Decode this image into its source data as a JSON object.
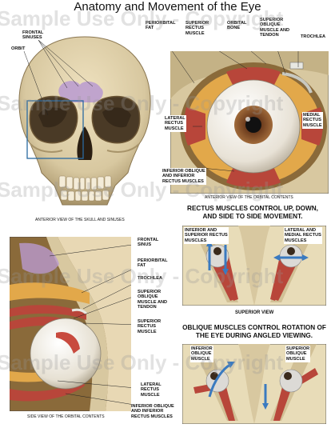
{
  "title": "Anatomy and Movement of the Eye",
  "watermark": "Sample Use Only - Copyright",
  "colors": {
    "bone": "#d8c8a0",
    "bone_shadow": "#a8946a",
    "muscle": "#b8463a",
    "fat": "#e2a84a",
    "sinus": "#b99ad0",
    "eye_white": "#f2efe8",
    "iris": "#7a4a2a",
    "accent_box": "#2a6aa0",
    "arrow": "#3a7ac0"
  },
  "skull_panel": {
    "labels": {
      "frontal_sinuses": "FRONTAL\nSINUSES",
      "orbit": "ORBIT"
    },
    "caption": "ANTERIOR VIEW OF THE SKULL AND SINUSES"
  },
  "anterior_orbit_panel": {
    "labels": {
      "periorbital_fat": "PERIORBITAL\nFAT",
      "superior_rectus": "SUPERIOR\nRECTUS\nMUSCLE",
      "orbital_bone": "ORBITAL\nBONE",
      "superior_oblique": "SUPERIOR\nOBLIQUE\nMUSCLE AND\nTENDON",
      "trochlea": "TROCHLEA",
      "lateral_rectus": "LATERAL\nRECTUS\nMUSCLE",
      "medial_rectus": "MEDIAL\nRECTUS\nMUSCLE",
      "inferior_muscles": "INFERIOR OBLIQUE\nAND INFERIOR\nRECTUS MUSCLES"
    },
    "caption": "ANTERIOR VIEW OF THE ORBITAL CONTENTS"
  },
  "rectus_panel": {
    "heading": "RECTUS MUSCLES CONTROL UP, DOWN,\nAND SIDE TO SIDE MOVEMENT.",
    "labels": {
      "left": "INFERIOR AND\nSUPERIOR RECTUS\nMUSCLES",
      "right": "LATERAL AND\nMEDIAL RECTUS\nMUSCLES"
    },
    "caption": "SUPERIOR VIEW"
  },
  "oblique_panel": {
    "heading": "OBLIQUE MUSCLES CONTROL ROTATION OF\nTHE EYE DURING ANGLED VIEWING.",
    "labels": {
      "left": "INFERIOR\nOBLIQUE\nMUSCLE",
      "right": "SUPERIOR\nOBLIQUE\nMUSCLE"
    }
  },
  "side_panel": {
    "labels": {
      "frontal_sinus": "FRONTAL\nSINUS",
      "periorbital_fat": "PERIORBITAL\nFAT",
      "trochlea": "TROCHLEA",
      "superior_oblique": "SUPERIOR\nOBLIQUE\nMUSCLE AND\nTENDON",
      "superior_rectus": "SUPERIOR\nRECTUS\nMUSCLE",
      "lateral_rectus": "LATERAL\nRECTUS\nMUSCLE",
      "inferior_muscles": "INFERIOR OBLIQUE\nAND INFERIOR\nRECTUS MUSCLES"
    },
    "caption": "SIDE VIEW OF THE ORBITAL CONTENTS"
  }
}
